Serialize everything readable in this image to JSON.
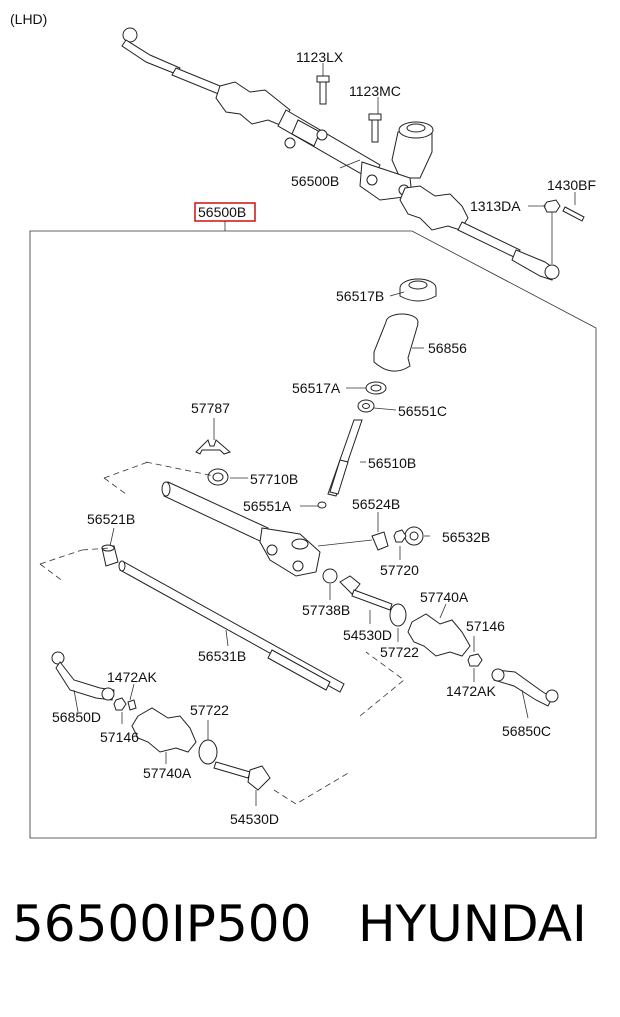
{
  "diagram": {
    "lhd_label": "(LHD)",
    "assembly_callout": "56500B",
    "callouts": {
      "c_1123LX": "1123LX",
      "c_1123MC": "1123MC",
      "c_56500B_top": "56500B",
      "c_1430BF": "1430BF",
      "c_1313DA": "1313DA",
      "c_56517B": "56517B",
      "c_56856": "56856",
      "c_56517A": "56517A",
      "c_56551C": "56551C",
      "c_57787": "57787",
      "c_56510B": "56510B",
      "c_57710B": "57710B",
      "c_56551A": "56551A",
      "c_56524B": "56524B",
      "c_56521B": "56521B",
      "c_56532B": "56532B",
      "c_57720": "57720",
      "c_57740A_r": "57740A",
      "c_57738B": "57738B",
      "c_57146_r": "57146",
      "c_54530D_r": "54530D",
      "c_57722_r": "57722",
      "c_56531B": "56531B",
      "c_1472AK_r": "1472AK",
      "c_1472AK_l": "1472AK",
      "c_56850D": "56850D",
      "c_56850C": "56850C",
      "c_57722_l": "57722",
      "c_57146_l": "57146",
      "c_57740A_l": "57740A",
      "c_54530D_l": "54530D"
    }
  },
  "footer": {
    "part_number": "56500IP500",
    "brand": "HYUNDAI"
  }
}
